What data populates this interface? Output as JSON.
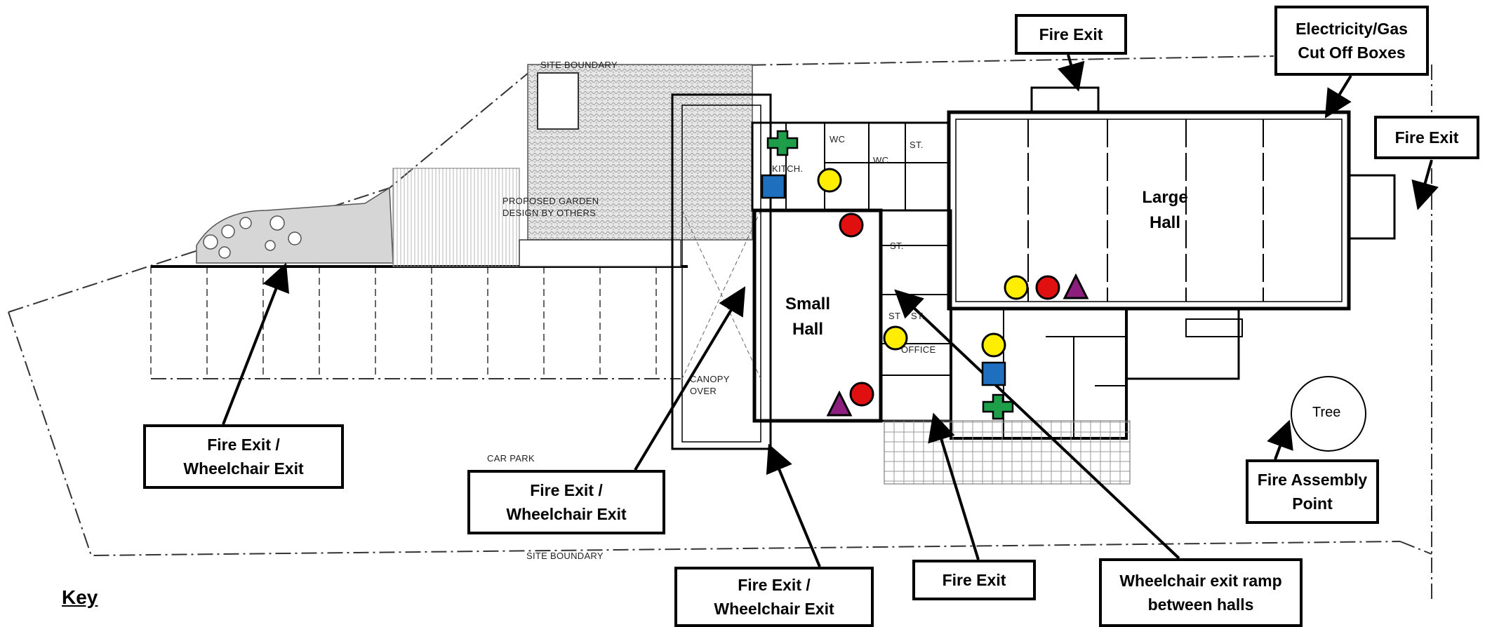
{
  "plan_labels": {
    "site_boundary_top": "SITE BOUNDARY",
    "site_boundary_bottom": "SITE BOUNDARY",
    "proposed_garden": "PROPOSED GARDEN\nDESIGN BY OTHERS",
    "car_park": "CAR PARK",
    "canopy_over": "CANOPY\nOVER",
    "kitch": "KITCH.",
    "wc_1": "WC",
    "wc_2": "WC",
    "st_1": "ST.",
    "st_2": "ST.",
    "st_3": "ST",
    "st_4": "ST.",
    "office": "OFFICE"
  },
  "rooms": {
    "large_hall": "Large\nHall",
    "small_hall": "Small\nHall"
  },
  "callouts": {
    "fire_exit_top": "Fire Exit",
    "electricity_gas": "Electricity/Gas\nCut Off Boxes",
    "fire_exit_right": "Fire Exit",
    "fire_exit_wheelchair_left": "Fire Exit /\nWheelchair Exit",
    "fire_exit_wheelchair_mid": "Fire Exit /\nWheelchair Exit",
    "fire_exit_wheelchair_bottom": "Fire Exit /\nWheelchair Exit",
    "fire_exit_bottom": "Fire Exit",
    "wheelchair_ramp": "Wheelchair exit ramp\nbetween halls",
    "fire_assembly": "Fire Assembly\nPoint"
  },
  "tree_label": "Tree",
  "key_title": "Key",
  "colors": {
    "first_aid_cross": "#1e9e48",
    "blue_square": "#1f6fbf",
    "yellow_circle": "#ffee00",
    "red_circle": "#e01010",
    "purple_triangle": "#8c1f7e",
    "garden_fill": "#d8d8d8",
    "line": "#000000"
  },
  "markers": [
    {
      "type": "first-aid-cross",
      "icon": "green-cross-icon"
    },
    {
      "type": "blue-square",
      "icon": "blue-square-icon"
    },
    {
      "type": "yellow-circle",
      "icon": "yellow-circle-icon"
    },
    {
      "type": "red-circle",
      "icon": "red-circle-icon"
    },
    {
      "type": "purple-triangle",
      "icon": "purple-triangle-icon"
    }
  ]
}
